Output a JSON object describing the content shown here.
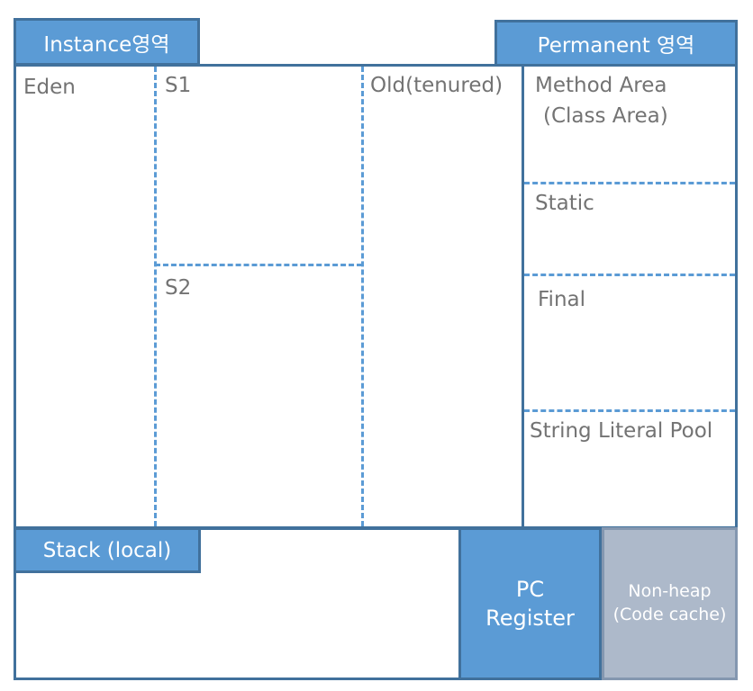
{
  "tabs": {
    "instance": "Instance영역",
    "permanent": "Permanent 영역",
    "stack": "Stack (local)"
  },
  "instance_area": {
    "eden": "Eden",
    "s1": "S1",
    "s2": "S2",
    "old": "Old(tenured)"
  },
  "permanent_area": {
    "method_area_line1": "Method Area",
    "method_area_line2": "(Class Area)",
    "static": "Static",
    "final": "Final",
    "string_pool": "String Literal Pool"
  },
  "bottom": {
    "pc_line1": "PC",
    "pc_line2": "Register",
    "nonheap_line1": "Non-heap",
    "nonheap_line2": "(Code cache)"
  },
  "colors": {
    "tab_fill": "#5b9bd5",
    "border": "#41719c",
    "nonheap_fill": "#adb9ca",
    "label_text": "#737373"
  }
}
